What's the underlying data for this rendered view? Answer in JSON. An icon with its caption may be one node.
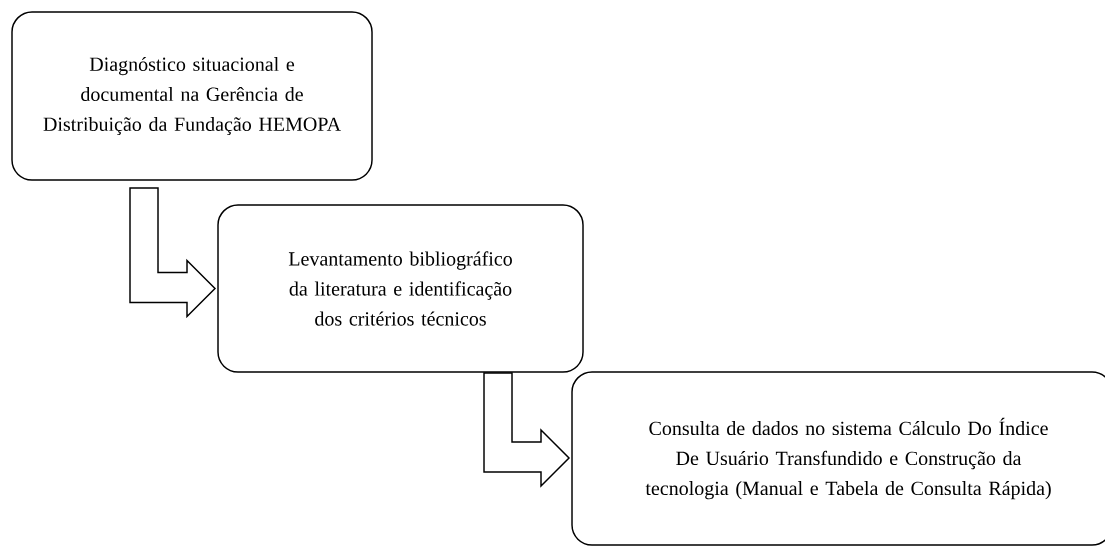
{
  "diagram": {
    "nodes": [
      {
        "text": [
          "Diagnóstico situacional e documental na Gerência de Distribuição da Fundação HEMOPA"
        ]
      },
      {
        "text": [
          "Levantamento bibliográfico da literatura e identificação dos critérios técnicos"
        ]
      },
      {
        "text": [
          "Consulta de dados no sistema Cálculo Do Índice De Usuário Transfundido e Construção da tecnologia (Manual e Tabela de Consulta Rápida)"
        ]
      }
    ],
    "edges": [
      {
        "from": 0,
        "to": 1,
        "arrow": "to"
      },
      {
        "from": 1,
        "to": 2,
        "arrow": "to"
      }
    ]
  }
}
